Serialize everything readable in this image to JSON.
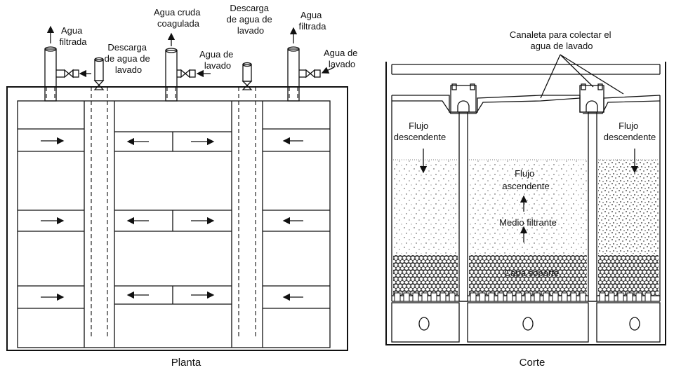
{
  "planta": {
    "caption": "Planta",
    "labels": {
      "agua_filtrada_left": [
        "Agua",
        "filtrada"
      ],
      "descarga_left": [
        "Descarga",
        "de agua de",
        "lavado"
      ],
      "agua_cruda": [
        "Agua cruda",
        "coagulada"
      ],
      "agua_lavado_mid": [
        "Agua de",
        "lavado"
      ],
      "descarga_mid": [
        "Descarga",
        "de agua de",
        "lavado"
      ],
      "agua_filtrada_right": [
        "Agua",
        "filtrada"
      ],
      "agua_lavado_right": [
        "Agua de",
        "lavado"
      ]
    }
  },
  "corte": {
    "caption": "Corte",
    "canaleta": [
      "Canaleta para colectar el",
      "agua de lavado"
    ],
    "flujo_desc_left": [
      "Flujo",
      "descendente"
    ],
    "flujo_desc_right": [
      "Flujo",
      "descendente"
    ],
    "flujo_asc": [
      "Flujo",
      "ascendente"
    ],
    "medio": "Medio filtrante",
    "capa": "Capa soporte"
  }
}
